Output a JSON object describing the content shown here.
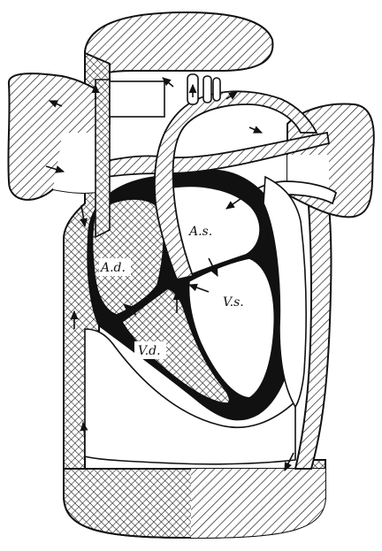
{
  "labels": {
    "right_atrium": "A.d.",
    "left_atrium": "A.s.",
    "right_ventricle": "V.d.",
    "left_ventricle": "V.s."
  }
}
